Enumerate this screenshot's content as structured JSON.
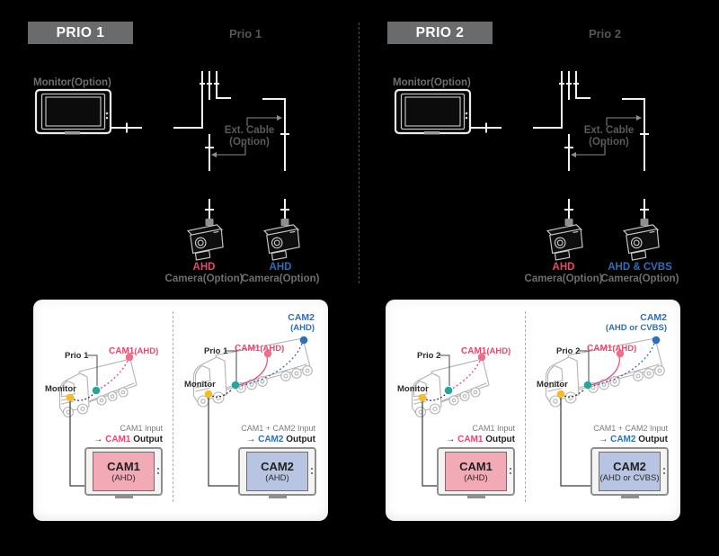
{
  "colors": {
    "red": "#e8486e",
    "red_dot": "#ee7088",
    "blue": "#2e6fb7",
    "teal": "#23a69c",
    "yellow": "#f3bc2b",
    "label_gray": "#6d6e70",
    "badge_bg": "#6a6b6d",
    "badge_text": "#ffffff",
    "wire_white": "#f2f2f2",
    "ext_gray": "#5a5b5e",
    "muted": "#7c7c7d",
    "pink_screen": "#f2aab6",
    "blue_screen": "#b7c5e2",
    "truck_line": "#b3b3b3"
  },
  "sections": [
    {
      "badge": "PRIO 1",
      "title": "Prio 1",
      "monitor_label": "Monitor(Option)",
      "ext_cable": {
        "line1": "Ext. Cable",
        "line2": "(Option)"
      },
      "cameras": [
        {
          "type": "AHD",
          "label": "Camera(Option)"
        },
        {
          "type": "AHD",
          "label": "Camera(Option)"
        }
      ],
      "scenarios": [
        {
          "prio": "Prio 1",
          "monitor": "Monitor",
          "cam1": {
            "name": "CAM1",
            "suffix": "(AHD)"
          },
          "io": {
            "line1": "CAM1 Input",
            "arrow": "→",
            "cam": "CAM1",
            "rest": "Output"
          },
          "screen": {
            "title": "CAM1",
            "sub": "(AHD)"
          }
        },
        {
          "prio": "Prio 1",
          "monitor": "Monitor",
          "cam1": {
            "name": "CAM1",
            "suffix": "(AHD)"
          },
          "cam2": {
            "name": "CAM2",
            "suffix": "(AHD)"
          },
          "io": {
            "line1": "CAM1 + CAM2 Input",
            "arrow": "→",
            "cam": "CAM2",
            "rest": "Output"
          },
          "screen": {
            "title": "CAM2",
            "sub": "(AHD)"
          }
        }
      ]
    },
    {
      "badge": "PRIO 2",
      "title": "Prio 2",
      "monitor_label": "Monitor(Option)",
      "ext_cable": {
        "line1": "Ext. Cable",
        "line2": "(Option)"
      },
      "cameras": [
        {
          "type": "AHD",
          "label": "Camera(Option)"
        },
        {
          "type": "AHD & CVBS",
          "label": "Camera(Option)"
        }
      ],
      "scenarios": [
        {
          "prio": "Prio 2",
          "monitor": "Monitor",
          "cam1": {
            "name": "CAM1",
            "suffix": "(AHD)"
          },
          "io": {
            "line1": "CAM1 Input",
            "arrow": "→",
            "cam": "CAM1",
            "rest": "Output"
          },
          "screen": {
            "title": "CAM1",
            "sub": "(AHD)"
          }
        },
        {
          "prio": "Prio 2",
          "monitor": "Monitor",
          "cam1": {
            "name": "CAM1",
            "suffix": "(AHD)"
          },
          "cam2": {
            "name": "CAM2",
            "suffix": "(AHD or CVBS)"
          },
          "io": {
            "line1": "CAM1 + CAM2 Input",
            "arrow": "→",
            "cam": "CAM2",
            "rest": "Output"
          },
          "screen": {
            "title": "CAM2",
            "sub": "(AHD or CVBS)"
          }
        }
      ]
    }
  ]
}
